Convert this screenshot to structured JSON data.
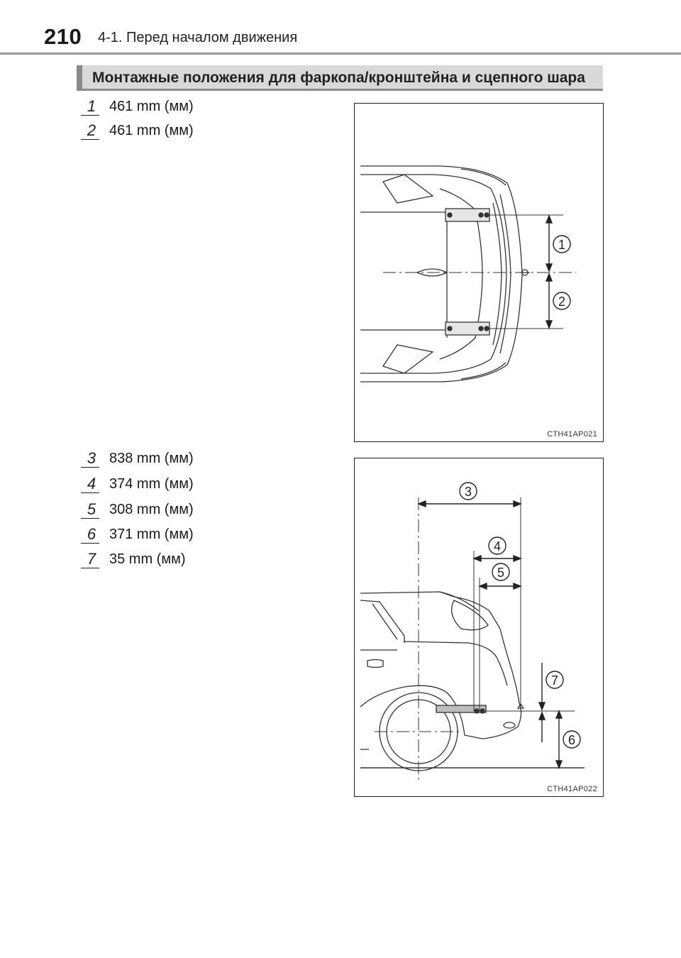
{
  "header": {
    "page_number": "210",
    "section": "4-1. Перед началом движения"
  },
  "heading": "Монтажные положения для фаркопа/кронштейна и сцепного шара",
  "group1": [
    {
      "num": "1",
      "text": "461 mm (мм)"
    },
    {
      "num": "2",
      "text": "461 mm (мм)"
    }
  ],
  "group2": [
    {
      "num": "3",
      "text": "838 mm (мм)"
    },
    {
      "num": "4",
      "text": "374 mm (мм)"
    },
    {
      "num": "5",
      "text": "308 mm (мм)"
    },
    {
      "num": "6",
      "text": "371 mm (мм)"
    },
    {
      "num": "7",
      "text": "35 mm (мм)"
    }
  ],
  "figure1": {
    "code": "CTH41AP021",
    "callouts": [
      "1",
      "2"
    ]
  },
  "figure2": {
    "code": "CTH41AP022",
    "callouts": [
      "3",
      "4",
      "5",
      "6",
      "7"
    ]
  }
}
